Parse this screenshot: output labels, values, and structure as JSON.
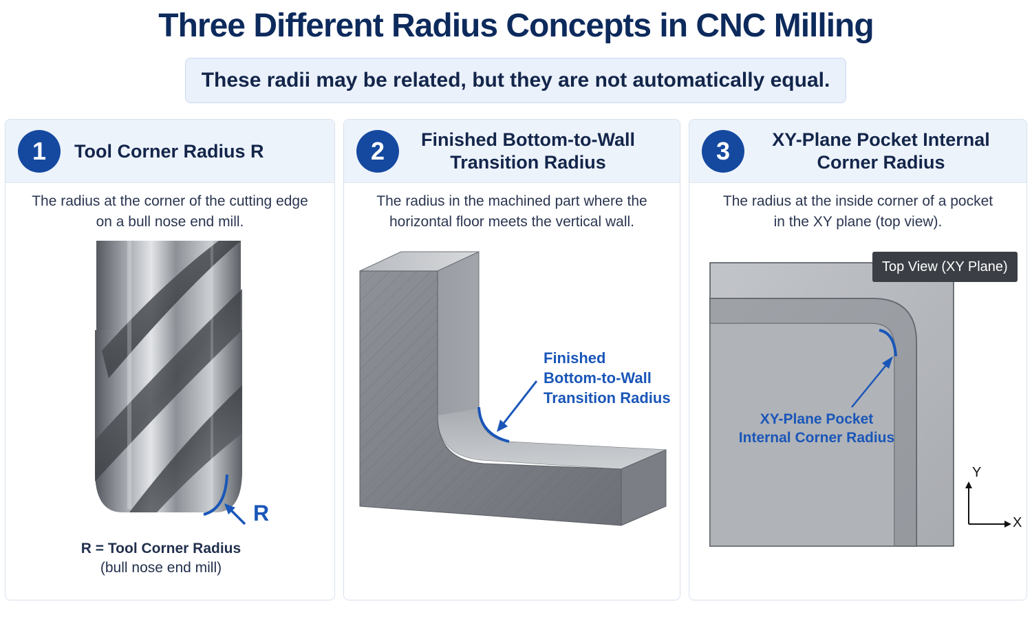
{
  "header": {
    "title": "Three Different Radius Concepts in CNC Milling",
    "subtitle": "These radii may be related, but they are not automatically equal."
  },
  "panels": [
    {
      "number": "1",
      "title": "Tool Corner Radius R",
      "desc_line1": "The radius at the corner of the cutting edge",
      "desc_line2": "on a bull nose end mill.",
      "label": "R",
      "caption_line1": "R = Tool Corner Radius",
      "caption_line2": "(bull nose end mill)"
    },
    {
      "number": "2",
      "title_line1": "Finished Bottom-to-Wall",
      "title_line2": "Transition Radius",
      "desc_line1": "The radius in the machined part where the",
      "desc_line2": "horizontal floor meets the vertical wall.",
      "label_line1": "Finished",
      "label_line2": "Bottom-to-Wall",
      "label_line3": "Transition Radius"
    },
    {
      "number": "3",
      "title_line1": "XY-Plane Pocket Internal",
      "title_line2": "Corner Radius",
      "desc_line1": "The radius at the inside corner of a pocket",
      "desc_line2": "in the XY plane (top view).",
      "tag": "Top View (XY Plane)",
      "label_line1": "XY-Plane Pocket",
      "label_line2": "Internal Corner Radius",
      "axis_x": "X",
      "axis_y": "Y"
    }
  ],
  "colors": {
    "accent_blue": "#1a56b8",
    "badge_blue": "#1549a0",
    "title_navy": "#0d2a5c",
    "header_bg": "#edf3fb"
  }
}
